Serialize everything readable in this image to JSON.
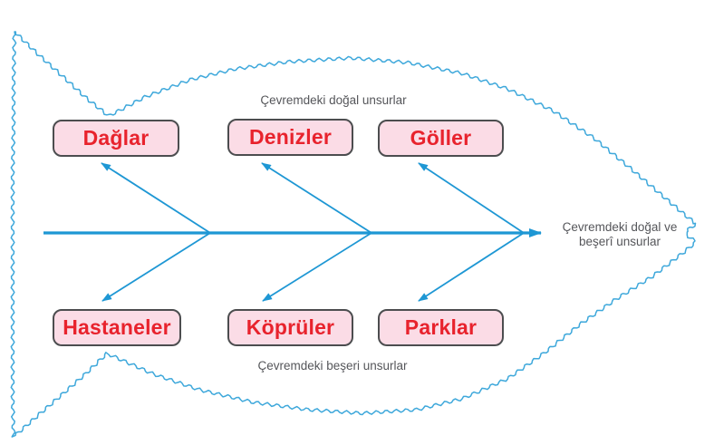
{
  "diagram": {
    "title_top": "Çevremdeki doğal unsurlar",
    "title_bottom": "Çevremdeki beşeri unsurlar",
    "head_label_line1": "Çevremdeki doğal ve",
    "head_label_line2": "beşerî unsurlar",
    "top_boxes": [
      {
        "label": "Dağlar"
      },
      {
        "label": "Denizler"
      },
      {
        "label": "Göller"
      }
    ],
    "bottom_boxes": [
      {
        "label": "Hastaneler"
      },
      {
        "label": "Köprüler"
      },
      {
        "label": "Parklar"
      }
    ],
    "colors": {
      "outline_blue": "#3ea8db",
      "arrow_blue": "#1e97d4",
      "box_fill": "#fbdce6",
      "box_border": "#4c4d4f",
      "label_red": "#e8232d",
      "caption_gray": "#55565a"
    }
  }
}
